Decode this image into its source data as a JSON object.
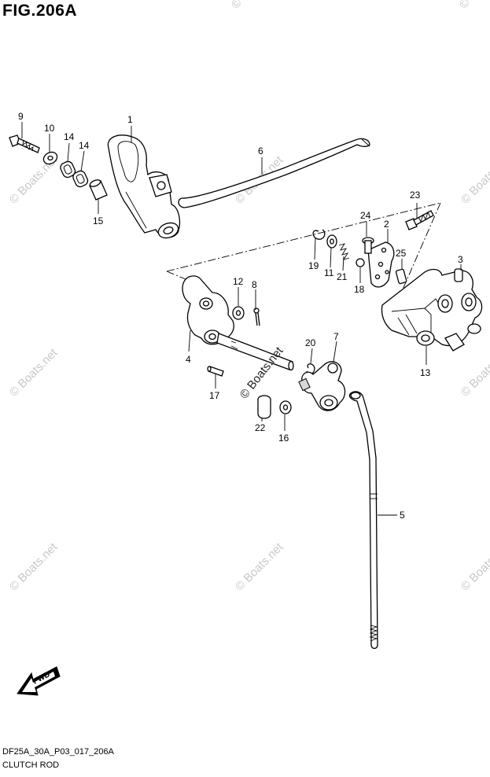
{
  "figure": {
    "title": "FIG.206A",
    "footer_code": "DF25A_30A_P03_017_206A",
    "footer_name": "CLUTCH ROD",
    "fwd_label": "FWD",
    "watermark": "© Boats.net",
    "center_watermark": "© Boats.net"
  },
  "callouts": [
    {
      "id": "c1",
      "label": "1"
    },
    {
      "id": "c2",
      "label": "2"
    },
    {
      "id": "c3",
      "label": "3"
    },
    {
      "id": "c4",
      "label": "4"
    },
    {
      "id": "c5",
      "label": "5"
    },
    {
      "id": "c6",
      "label": "6"
    },
    {
      "id": "c7",
      "label": "7"
    },
    {
      "id": "c8",
      "label": "8"
    },
    {
      "id": "c9",
      "label": "9"
    },
    {
      "id": "c10",
      "label": "10"
    },
    {
      "id": "c11",
      "label": "11"
    },
    {
      "id": "c12",
      "label": "12"
    },
    {
      "id": "c13",
      "label": "13"
    },
    {
      "id": "c14a",
      "label": "14"
    },
    {
      "id": "c14b",
      "label": "14"
    },
    {
      "id": "c15",
      "label": "15"
    },
    {
      "id": "c16",
      "label": "16"
    },
    {
      "id": "c17",
      "label": "17"
    },
    {
      "id": "c18",
      "label": "18"
    },
    {
      "id": "c19",
      "label": "19"
    },
    {
      "id": "c20",
      "label": "20"
    },
    {
      "id": "c21",
      "label": "21"
    },
    {
      "id": "c22",
      "label": "22"
    },
    {
      "id": "c23",
      "label": "23"
    },
    {
      "id": "c24",
      "label": "24"
    },
    {
      "id": "c25",
      "label": "25"
    }
  ],
  "colors": {
    "line": "#000000",
    "watermark": "#c8c8c8",
    "background": "#ffffff"
  }
}
